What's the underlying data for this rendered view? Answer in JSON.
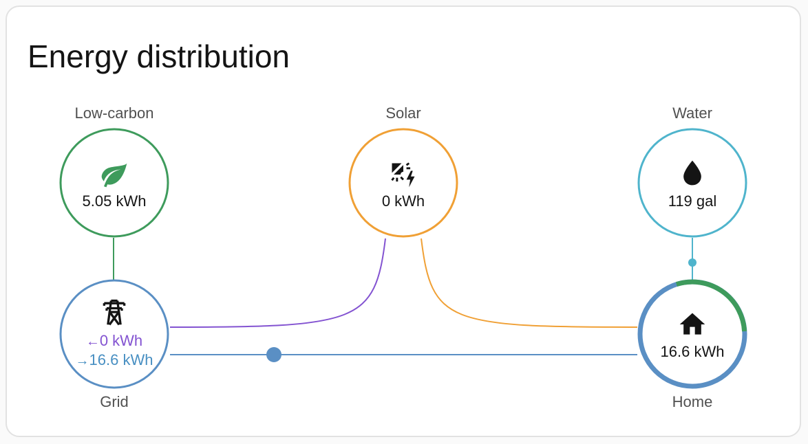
{
  "card": {
    "title": "Energy distribution"
  },
  "nodes": {
    "low_carbon": {
      "label": "Low-carbon",
      "value": "5.05 kWh",
      "icon": "leaf-icon",
      "color": "#3e9b5c"
    },
    "solar": {
      "label": "Solar",
      "value": "0 kWh",
      "icon": "solar-power-icon",
      "color": "#f0a035"
    },
    "water": {
      "label": "Water",
      "value": "119 gal",
      "icon": "water-drop-icon",
      "color": "#4fb4cc"
    },
    "grid": {
      "label": "Grid",
      "return_arrow": "←",
      "return_value": "0 kWh",
      "consume_arrow": "→",
      "consume_value": "16.6 kWh",
      "icon": "transmission-tower-icon",
      "color": "#5a8fc4",
      "return_color": "#8353d1"
    },
    "home": {
      "label": "Home",
      "value": "16.6 kWh",
      "icon": "home-icon",
      "color": "#5a8fc4",
      "low_carbon_share_color": "#3e9b5c"
    }
  }
}
